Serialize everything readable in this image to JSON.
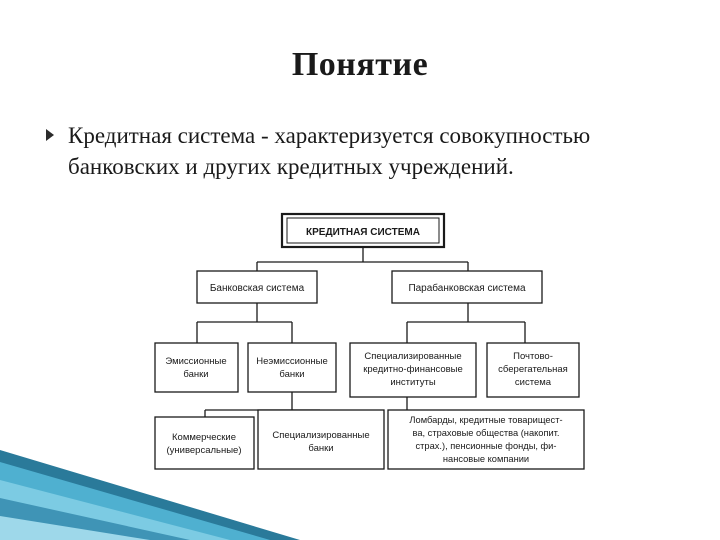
{
  "slide": {
    "title": "Понятие",
    "bullet": "Кредитная система - характеризуется совокупностью банковских и других кредитных учреждений."
  },
  "diagram": {
    "root": "КРЕДИТНАЯ СИСТЕМА",
    "banking": "Банковская система",
    "parabanking": "Парабанковская система",
    "emission": [
      "Эмиссионные",
      "банки"
    ],
    "nonemission": [
      "Неэмиссионные",
      "банки"
    ],
    "specialized_institutions": [
      "Специализированные",
      "кредитно-финансовые",
      "институты"
    ],
    "postal": [
      "Почтово-",
      "сберегательная",
      "система"
    ],
    "commercial": [
      "Коммерческие",
      "(универсальные)"
    ],
    "specialized_banks": [
      "Специализированные",
      "банки"
    ],
    "others": [
      "Ломбарды, кредитные товарищест-",
      "ва, страховые общества (накопит.",
      "страх.), пенсионные фонды, фи-",
      "нансовые компании"
    ]
  },
  "colors": {
    "accent_dark": "#1f5f7a",
    "accent_mid": "#3f9fbf",
    "accent_light": "#8fd0e6"
  }
}
